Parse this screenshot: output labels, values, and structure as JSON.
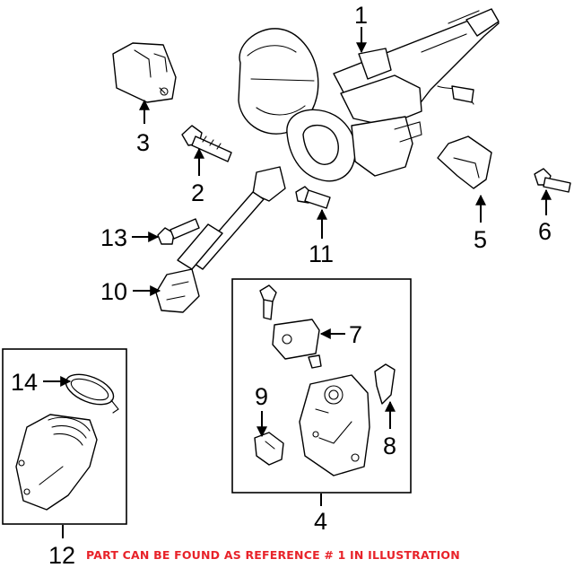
{
  "diagram": {
    "callouts": {
      "c1": "1",
      "c2": "2",
      "c3": "3",
      "c4": "4",
      "c5": "5",
      "c6": "6",
      "c7": "7",
      "c8": "8",
      "c9": "9",
      "c10": "10",
      "c11": "11",
      "c12": "12",
      "c13": "13",
      "c14": "14"
    },
    "note": "PART CAN BE FOUND AS REFERENCE # 1 IN ILLUSTRATION",
    "colors": {
      "note": "#e8232a",
      "line": "#000000",
      "background": "#ffffff"
    }
  }
}
